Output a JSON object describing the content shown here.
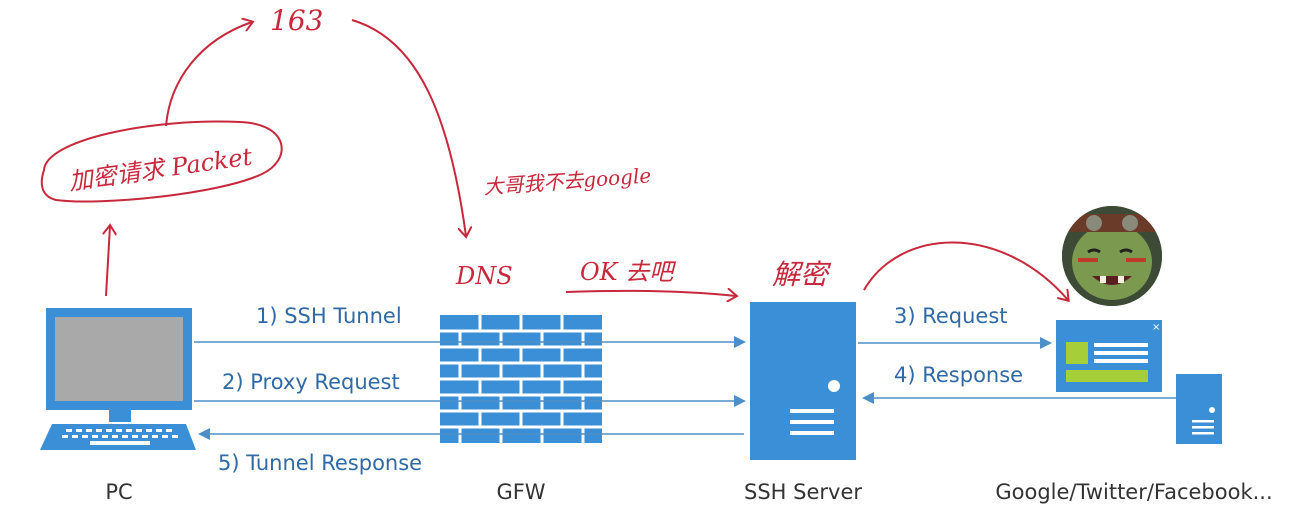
{
  "nodes": {
    "pc": "PC",
    "gfw": "GFW",
    "ssh_server": "SSH Server",
    "destinations": "Google/Twitter/Facebook..."
  },
  "arrows": {
    "ssh_tunnel": "1) SSH Tunnel",
    "proxy_request": "2) Proxy Request",
    "request": "3) Request",
    "response": "4) Response",
    "tunnel_response": "5) Tunnel Response"
  },
  "annotations": {
    "encrypted_packet": "加密请求 Packet",
    "number_163": "163",
    "dns": "DNS",
    "not_google": "大哥我不去google",
    "ok_go": "OK 去吧",
    "decrypt": "解密"
  },
  "colors": {
    "diagram_blue": "#3b8fd6",
    "line_blue": "#4d8fc9",
    "handwriting_red": "#c8283c",
    "screen_gray": "#a9a9a9"
  },
  "icons": {
    "pc": "desktop-computer-icon",
    "gfw": "brick-firewall-icon",
    "ssh_server": "server-tower-icon",
    "destinations": "browser-window-icon",
    "avatar": "goblin-avatar-icon"
  }
}
